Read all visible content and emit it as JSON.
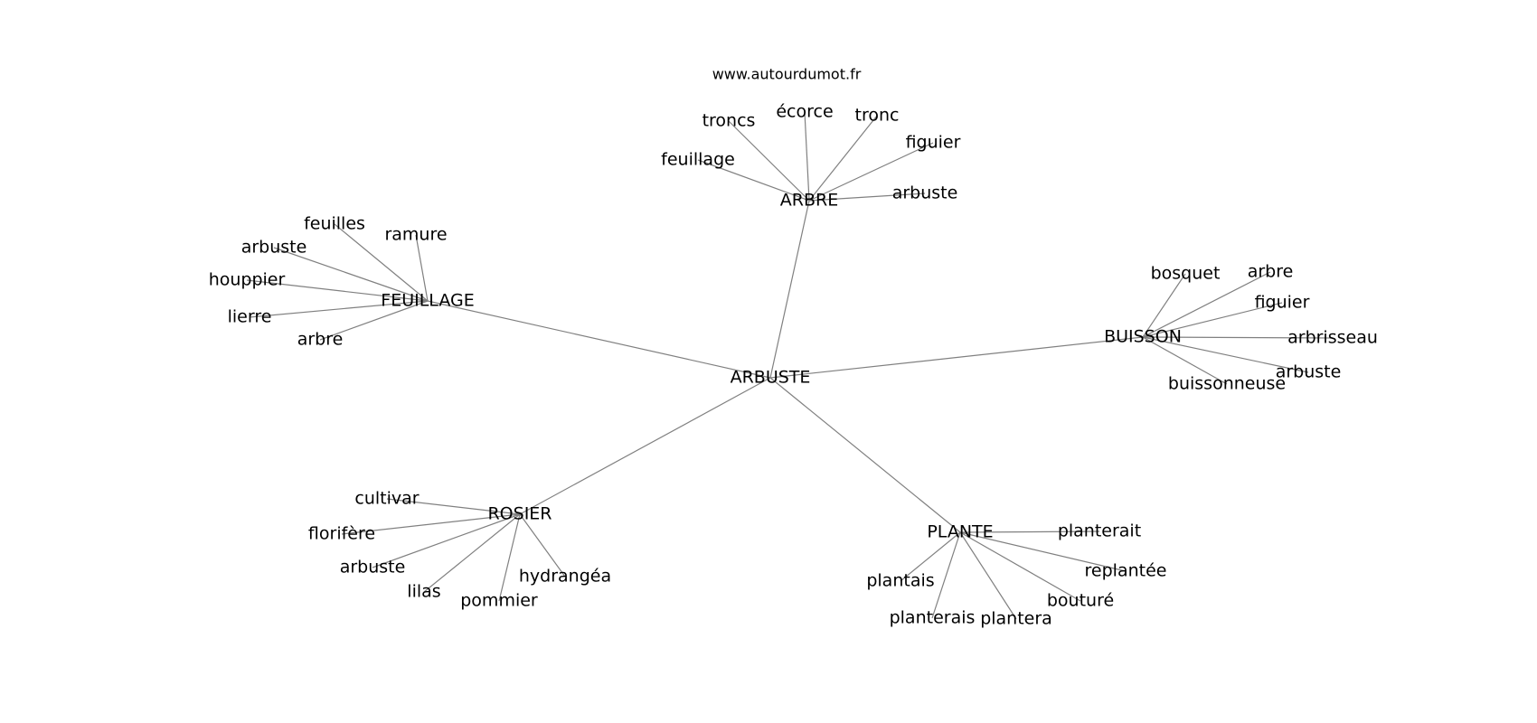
{
  "site_url": "www.autourdumot.fr",
  "center": "ARBUSTE",
  "groups": [
    {
      "word": "ARBRE",
      "children": [
        "troncs",
        "écorce",
        "tronc",
        "figuier",
        "feuillage",
        "arbuste"
      ]
    },
    {
      "word": "FEUILLAGE",
      "children": [
        "feuilles",
        "ramure",
        "arbuste",
        "houppier",
        "lierre",
        "arbre"
      ]
    },
    {
      "word": "BUISSON",
      "children": [
        "bosquet",
        "arbre",
        "figuier",
        "arbrisseau",
        "arbuste",
        "buissonneuse"
      ]
    },
    {
      "word": "ROSIER",
      "children": [
        "cultivar",
        "florifère",
        "arbuste",
        "lilas",
        "pommier",
        "hydrangéa"
      ]
    },
    {
      "word": "PLANTE",
      "children": [
        "planterait",
        "replantée",
        "bouturé",
        "plantera",
        "planterais",
        "plantais"
      ]
    }
  ]
}
